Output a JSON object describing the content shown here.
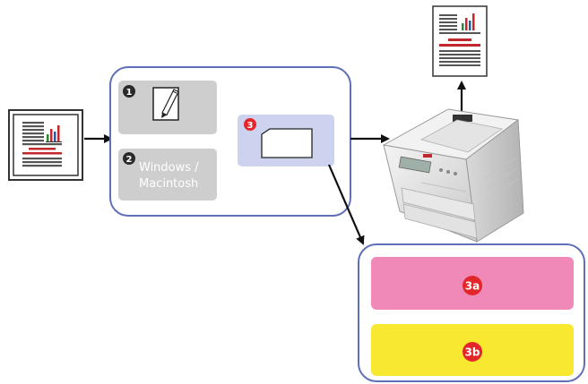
{
  "app_steps": {
    "step1": {
      "badge": "1",
      "icon": "pencil-on-paper-icon"
    },
    "step2": {
      "badge": "2",
      "label_line1": "Windows /",
      "label_line2": "Macintosh"
    },
    "step3": {
      "badge": "3",
      "icon": "folder-icon"
    }
  },
  "outputs": {
    "option_a": {
      "badge": "3a",
      "color": "#f088b8"
    },
    "option_b": {
      "badge": "3b",
      "color": "#f8e830"
    }
  },
  "document_icon": "printed-document-icon",
  "printer_icon": "color-laser-printer-icon",
  "colors": {
    "frame": "#6070b8",
    "step_box": "#cecece",
    "highlight_box": "#cdd3ef",
    "badge_dark": "#2a2a2a",
    "badge_red": "#e2262a",
    "doc_red": "#c0282e"
  }
}
